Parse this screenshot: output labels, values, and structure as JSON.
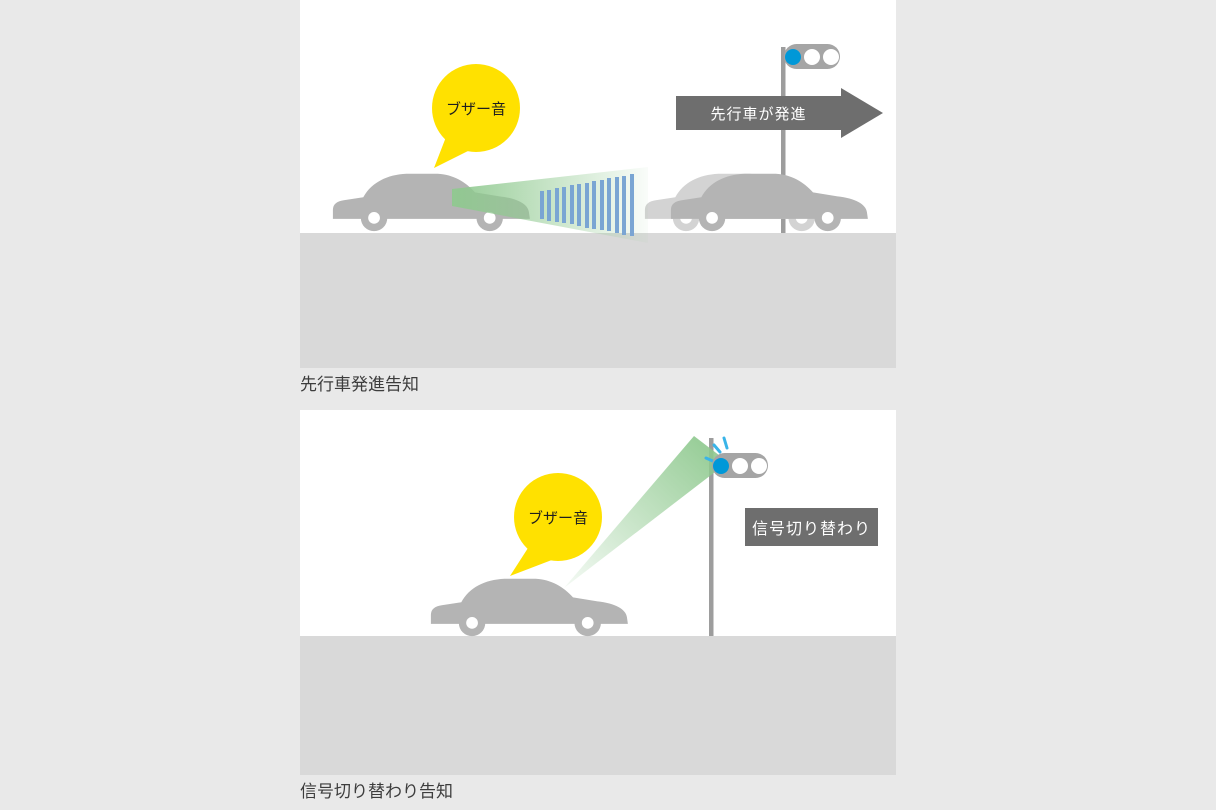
{
  "panels": [
    {
      "name": "leading-vehicle-start-notification",
      "caption": "先行車発進告知",
      "balloon_label": "ブザー音",
      "callout_label": "先行車が発進",
      "callout_style": "arrow-right",
      "signal_state": "blue-lit"
    },
    {
      "name": "signal-change-notification",
      "caption": "信号切り替わり告知",
      "balloon_label": "ブザー音",
      "callout_label": "信号切り替わり",
      "callout_style": "box",
      "signal_state": "blue-blinking"
    }
  ],
  "icons": {
    "traffic_light": "traffic-light-icon",
    "car": "car-silhouette-icon",
    "ghost_car": "ghost-car-silhouette-icon",
    "speech_balloon": "buzzer-speech-balloon-icon",
    "sensor_beam": "green-sensor-beam",
    "radar_waves": "blue-radar-wave-stripes"
  },
  "colors": {
    "page_background": "#e9e9e9",
    "panel_background": "#ffffff",
    "road_gray": "#d9d9d9",
    "car_gray": "#b4b4b4",
    "car_ghost_gray": "#d3d3d3",
    "balloon_yellow": "#ffe100",
    "callout_gray": "#6e6e6e",
    "signal_blue": "#0098d8",
    "signal_housing_gray": "#a5a5a5",
    "beam_green": "#8fc98f",
    "wave_blue": "#7aa5d3",
    "caption_text": "#3d3d3d"
  }
}
